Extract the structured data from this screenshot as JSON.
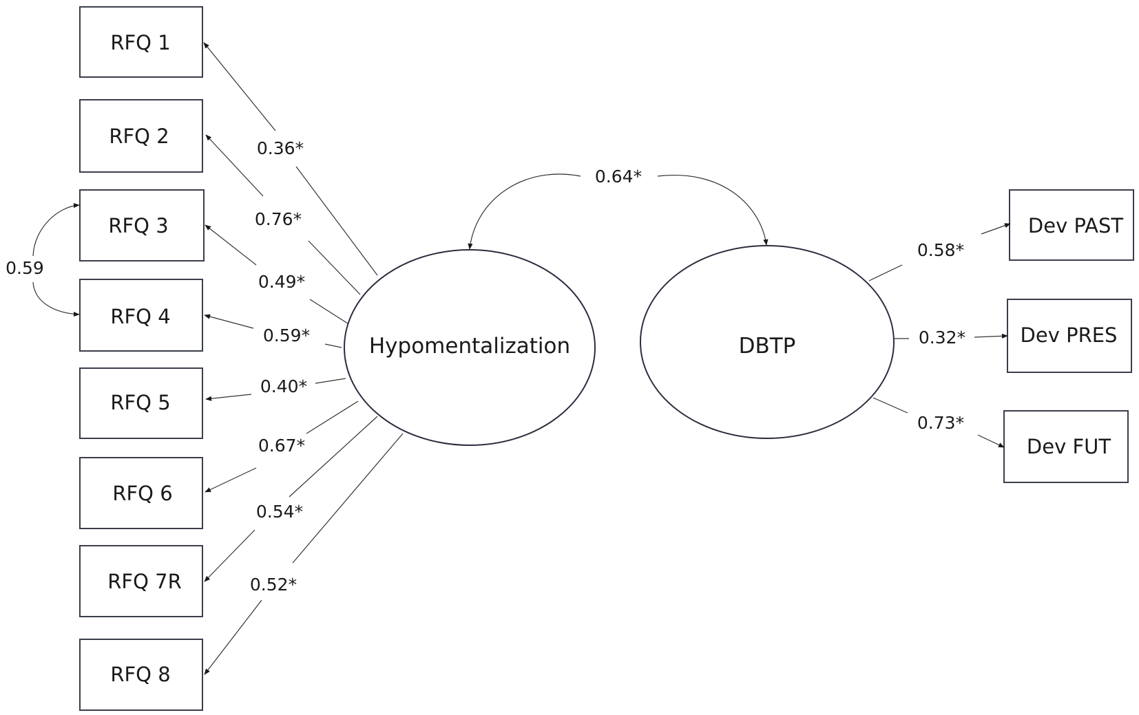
{
  "diagram": {
    "latent_left": {
      "label": "Hypomentalization"
    },
    "latent_right": {
      "label": "DBTP"
    },
    "covariance_latents": {
      "label": "0.64*"
    },
    "residual_covariance_rfq3_rfq4": {
      "label": "0.59"
    },
    "left_indicators": [
      {
        "label": "RFQ 1",
        "loading": "0.36*"
      },
      {
        "label": "RFQ 2",
        "loading": "0.76*"
      },
      {
        "label": "RFQ 3",
        "loading": "0.49*"
      },
      {
        "label": "RFQ 4",
        "loading": "0.59*"
      },
      {
        "label": "RFQ 5",
        "loading": "0.40*"
      },
      {
        "label": "RFQ 6",
        "loading": "0.67*"
      },
      {
        "label": "RFQ 7R",
        "loading": "0.54*"
      },
      {
        "label": "RFQ 8",
        "loading": "0.52*"
      }
    ],
    "right_indicators": [
      {
        "label": "Dev PAST",
        "loading": "0.58*"
      },
      {
        "label": "Dev PRES",
        "loading": "0.32*"
      },
      {
        "label": "Dev FUT",
        "loading": "0.73*"
      }
    ]
  }
}
